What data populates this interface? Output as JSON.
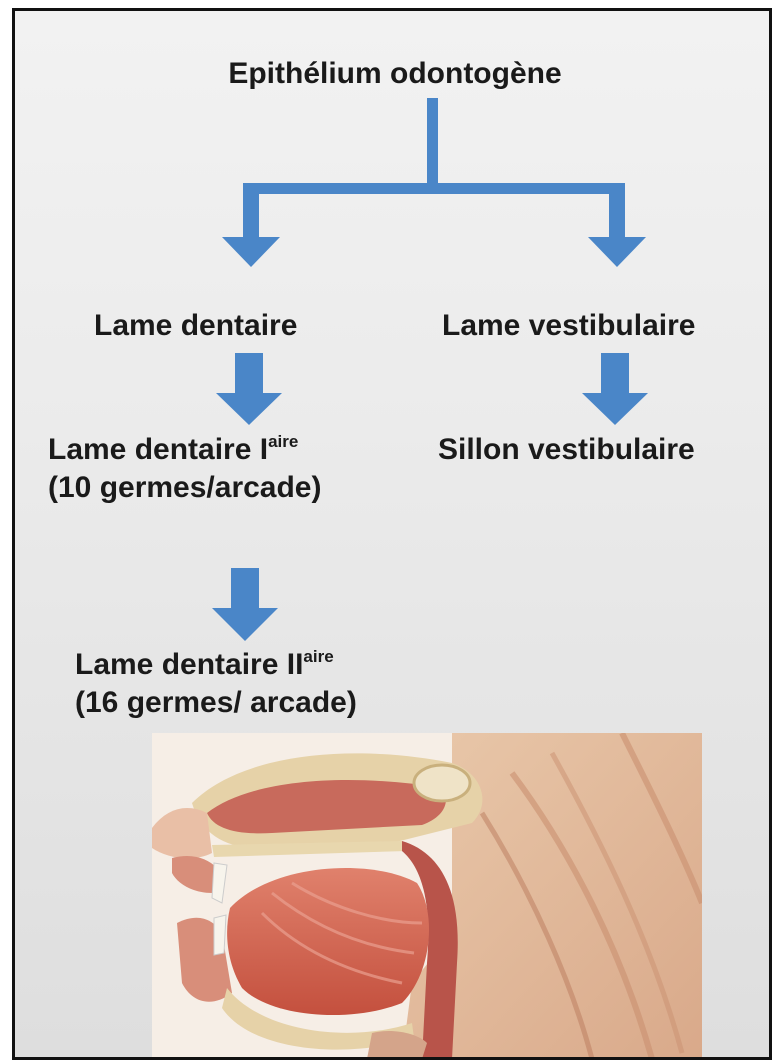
{
  "diagram": {
    "root": "Epithélium odontogène",
    "left_branch": "Lame dentaire",
    "right_branch": "Lame vestibulaire",
    "left_step1": {
      "line1_main": "Lame dentaire I",
      "line1_sup": "aire",
      "line2": "(10 germes/arcade)"
    },
    "right_step1": "Sillon vestibulaire",
    "left_step2": {
      "line1_main": "Lame dentaire II",
      "line1_sup": "aire",
      "line2": "(16 germes/ arcade)"
    }
  },
  "colors": {
    "arrow": "#4a86c8",
    "background": "#ebebeb",
    "border": "#111111",
    "text": "#1a1a1a"
  },
  "illustration": {
    "subject": "sagittal-head-neck-anatomy"
  }
}
